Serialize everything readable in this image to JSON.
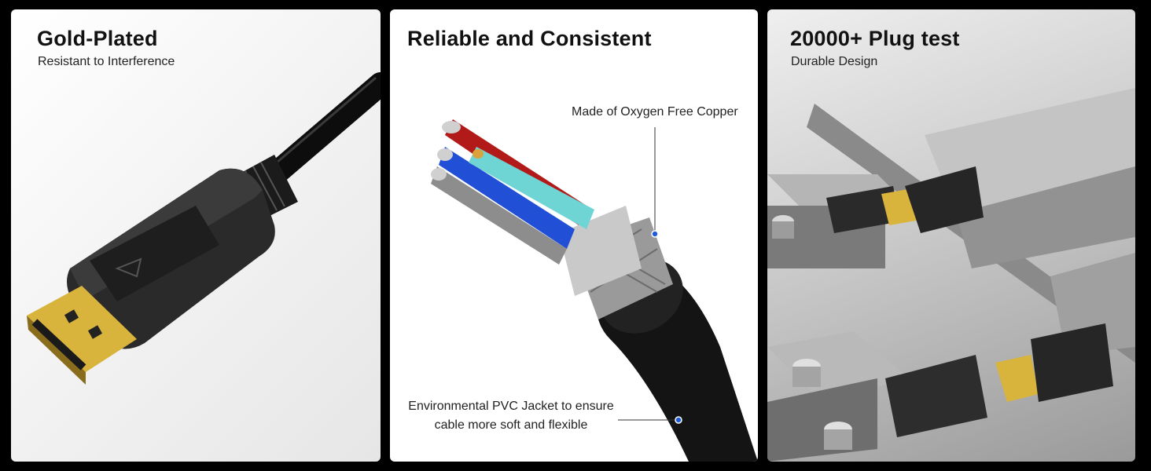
{
  "panels": [
    {
      "title": "Gold-Plated",
      "subtitle": "Resistant to Interference",
      "illustration": "displayport-connector-icon"
    },
    {
      "title": "Reliable and Consistent",
      "callouts": {
        "copper": "Made of Oxygen Free Copper",
        "jacket_line1": "Environmental PVC Jacket to ensure",
        "jacket_line2": "cable more soft and flexible"
      },
      "illustration": "cable-cross-section-icon"
    },
    {
      "title": "20000+ Plug test",
      "subtitle": "Durable Design",
      "illustration": "plug-test-rig-icon"
    }
  ],
  "colors": {
    "background": "#000000",
    "panel": "#ffffff",
    "callout_dot": "#1e5bd8",
    "gold": "#d9b43c"
  }
}
